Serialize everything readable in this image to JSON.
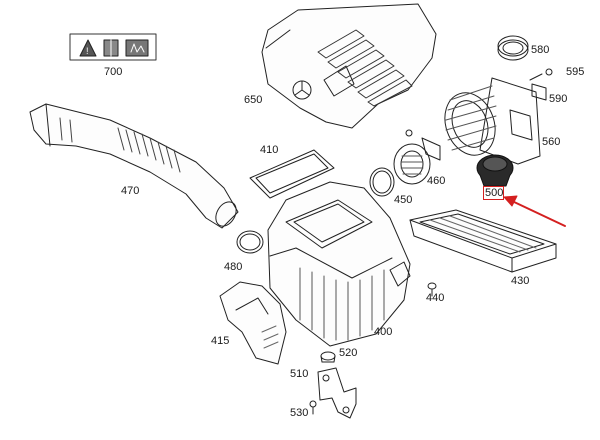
{
  "parts": [
    {
      "id": "700",
      "label": "700"
    },
    {
      "id": "650",
      "label": "650"
    },
    {
      "id": "580",
      "label": "580"
    },
    {
      "id": "595",
      "label": "595"
    },
    {
      "id": "590",
      "label": "590"
    },
    {
      "id": "560",
      "label": "560"
    },
    {
      "id": "410",
      "label": "410"
    },
    {
      "id": "460",
      "label": "460"
    },
    {
      "id": "470",
      "label": "470"
    },
    {
      "id": "500",
      "label": "500"
    },
    {
      "id": "450",
      "label": "450"
    },
    {
      "id": "480",
      "label": "480"
    },
    {
      "id": "430",
      "label": "430"
    },
    {
      "id": "440",
      "label": "440"
    },
    {
      "id": "415",
      "label": "415"
    },
    {
      "id": "400",
      "label": "400"
    },
    {
      "id": "520",
      "label": "520"
    },
    {
      "id": "510",
      "label": "510"
    },
    {
      "id": "530",
      "label": "530"
    }
  ],
  "highlight": {
    "part": "500",
    "color": "#d42020"
  },
  "icons": [
    "warning-triangle-icon",
    "manual-book-icon",
    "hand-caution-icon",
    "mercedes-star-icon",
    "red-pointer-arrow-icon"
  ]
}
